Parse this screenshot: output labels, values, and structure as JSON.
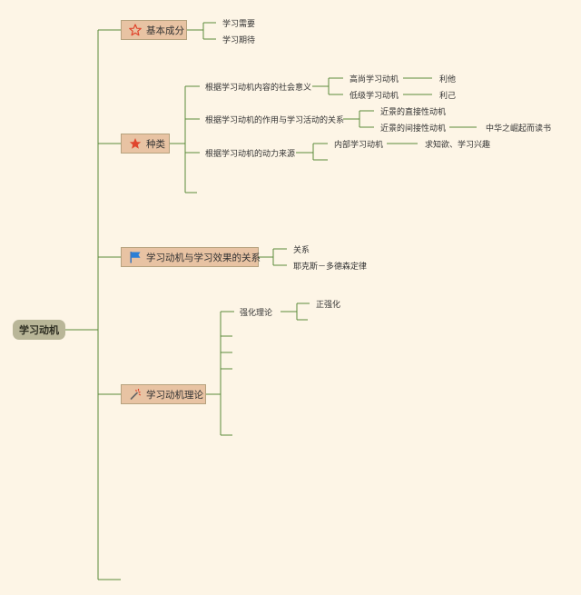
{
  "root": "学习动机",
  "branches": {
    "basic": {
      "label": "基本成分",
      "icon": "star-outline-icon",
      "children": [
        "学习需要",
        "学习期待"
      ]
    },
    "types": {
      "label": "种类",
      "icon": "star-filled-icon",
      "social": {
        "label": "根据学习动机内容的社会意义",
        "noble": "高尚学习动机",
        "noble_result": "利他",
        "low": "低级学习动机",
        "low_result": "利己"
      },
      "function": {
        "label": "根据学习动机的作用与学习活动的关系",
        "near": "近景的直接性动机",
        "far": "近景的间接性动机",
        "far_example": "中华之崛起而读书"
      },
      "source": {
        "label": "根据学习动机的动力来源",
        "internal": "内部学习动机",
        "internal_examples": "求知欲、学习兴趣"
      }
    },
    "effect": {
      "label": "学习动机与学习效果的关系",
      "icon": "flag-icon",
      "children": [
        "关系",
        "耶克斯－多德森定律"
      ]
    },
    "theory": {
      "label": "学习动机理论",
      "icon": "magic-wand-icon",
      "reinforcement": "强化理论",
      "positive": "正强化"
    }
  },
  "colors": {
    "background": "#fdf5e6",
    "line": "#5a8a3a",
    "root_fill": "#b9b698",
    "branch_fill": "#e8c3a3",
    "branch_border": "#b6a27e",
    "icon_red": "#e0452d",
    "icon_blue": "#2b7fd6"
  }
}
